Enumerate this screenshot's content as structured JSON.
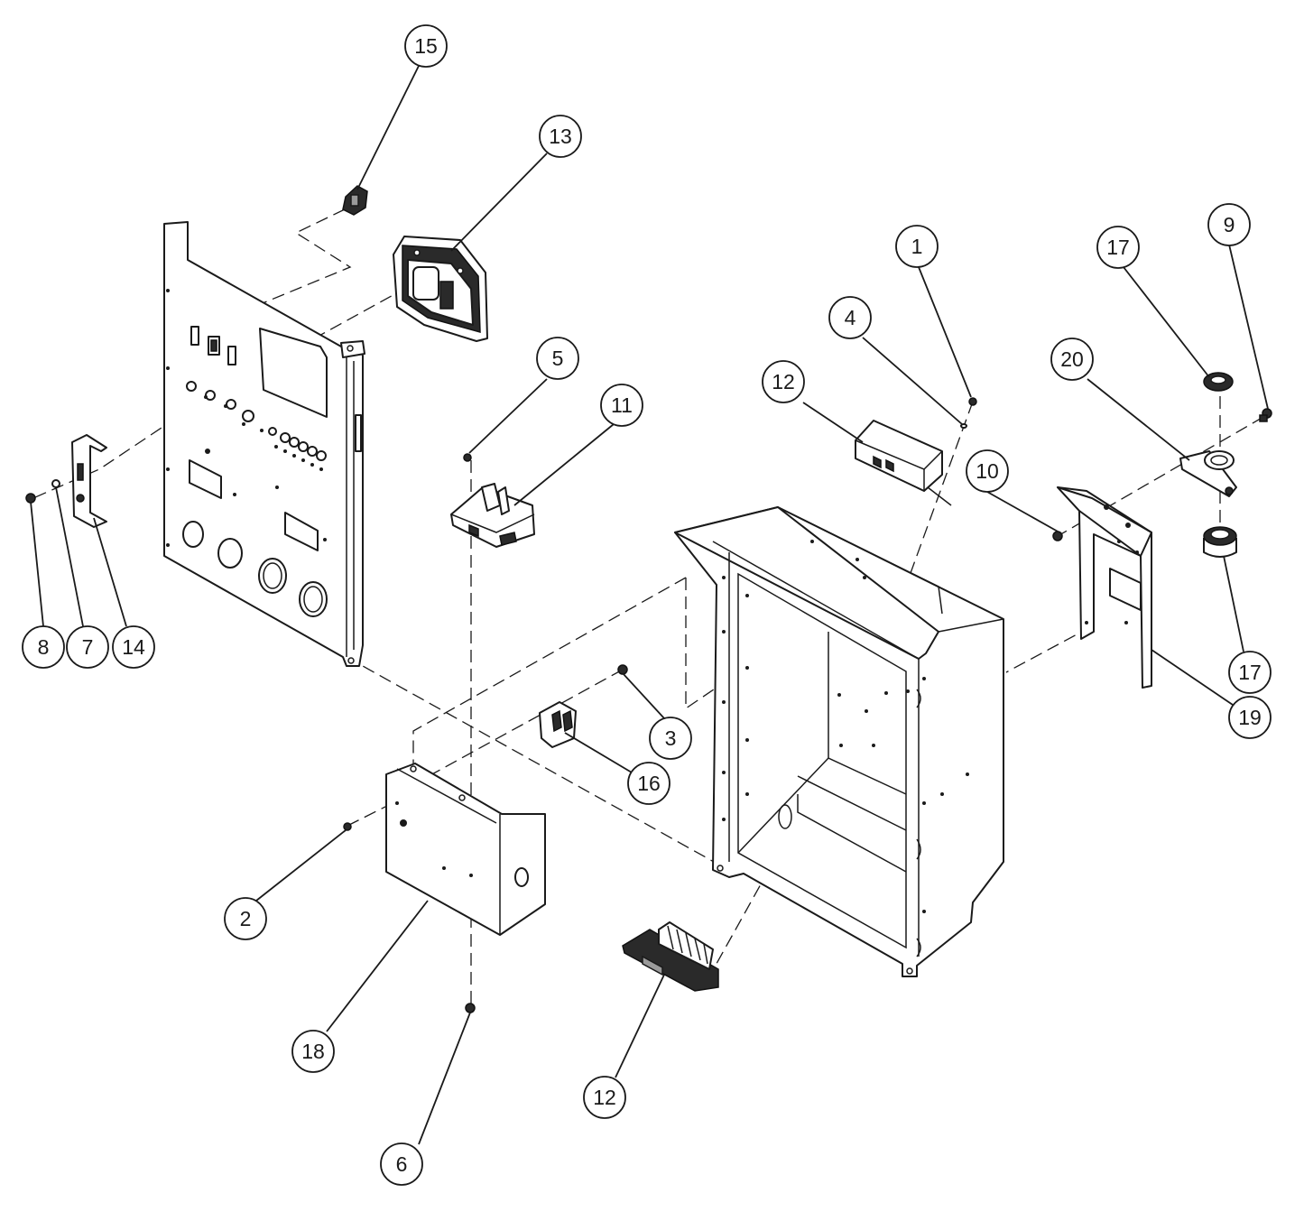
{
  "callouts": [
    {
      "id": "c15a",
      "label": "15"
    },
    {
      "id": "c13",
      "label": "13"
    },
    {
      "id": "c1",
      "label": "1"
    },
    {
      "id": "c9",
      "label": "9"
    },
    {
      "id": "c17a",
      "label": "17"
    },
    {
      "id": "c4",
      "label": "4"
    },
    {
      "id": "c20",
      "label": "20"
    },
    {
      "id": "c5",
      "label": "5"
    },
    {
      "id": "c11",
      "label": "11"
    },
    {
      "id": "c12a",
      "label": "12"
    },
    {
      "id": "c10",
      "label": "10"
    },
    {
      "id": "c8",
      "label": "8"
    },
    {
      "id": "c7",
      "label": "7"
    },
    {
      "id": "c14",
      "label": "14"
    },
    {
      "id": "c17b",
      "label": "17"
    },
    {
      "id": "c19",
      "label": "19"
    },
    {
      "id": "c3",
      "label": "3"
    },
    {
      "id": "c16",
      "label": "16"
    },
    {
      "id": "c2",
      "label": "2"
    },
    {
      "id": "c18",
      "label": "18"
    },
    {
      "id": "c12b",
      "label": "12"
    },
    {
      "id": "c6",
      "label": "6"
    }
  ]
}
